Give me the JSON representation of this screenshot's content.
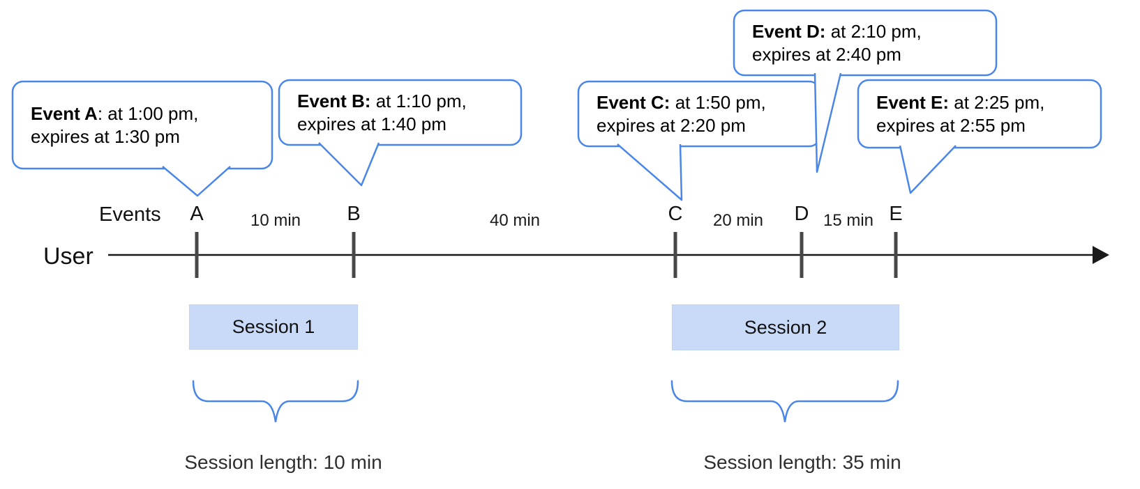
{
  "diagram": {
    "axis": {
      "user_label": "User",
      "events_label": "Events"
    },
    "events": [
      {
        "letter": "A",
        "bubble_bold": "Event A",
        "bubble_line1_rest": ": at 1:00 pm,",
        "bubble_line2": "expires at 1:30 pm"
      },
      {
        "letter": "B",
        "bubble_bold": "Event B:",
        "bubble_line1_rest": " at 1:10 pm,",
        "bubble_line2": "expires at 1:40 pm"
      },
      {
        "letter": "C",
        "bubble_bold": "Event C:",
        "bubble_line1_rest": " at 1:50 pm,",
        "bubble_line2": "expires at 2:20 pm"
      },
      {
        "letter": "D",
        "bubble_bold": "Event D:",
        "bubble_line1_rest": " at 2:10 pm,",
        "bubble_line2": "expires at 2:40 pm"
      },
      {
        "letter": "E",
        "bubble_bold": "Event E:",
        "bubble_line1_rest": " at 2:25 pm,",
        "bubble_line2": "expires at 2:55 pm"
      }
    ],
    "intervals": [
      {
        "label": "10 min"
      },
      {
        "label": "40 min"
      },
      {
        "label": "20 min"
      },
      {
        "label": "15 min"
      }
    ],
    "sessions": [
      {
        "label": "Session 1",
        "length_label": "Session length: 10 min"
      },
      {
        "label": "Session 2",
        "length_label": "Session length: 35 min"
      }
    ],
    "colors": {
      "bubble_border": "#4a86e8",
      "session_fill": "#c9daf8",
      "brace": "#4a86e8",
      "tick": "#474747",
      "axis": "#1a1a1a"
    }
  }
}
